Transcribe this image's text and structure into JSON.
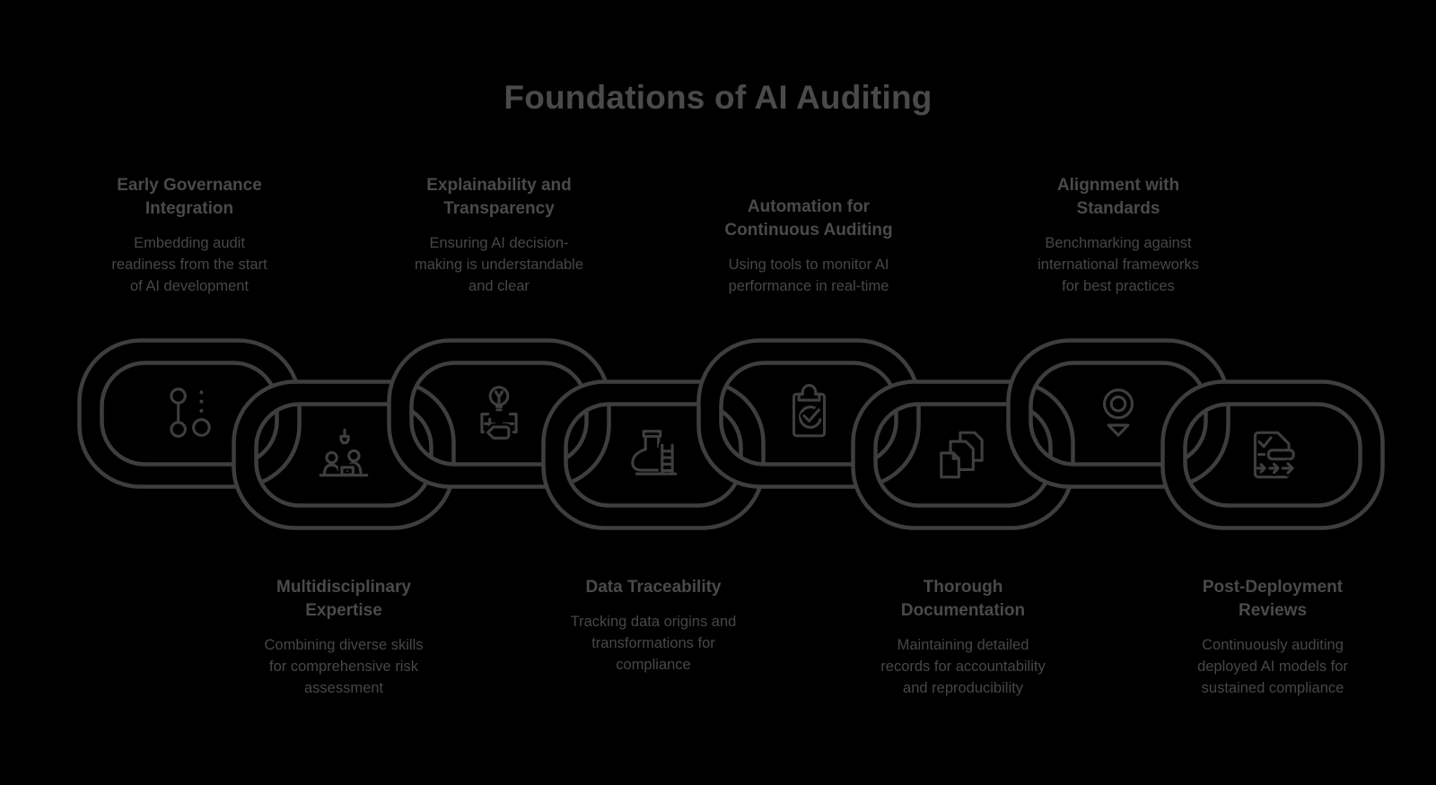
{
  "title": "Foundations of AI Auditing",
  "colors": {
    "background": "#000000",
    "text": "#4a4a4a",
    "chain": "#3e3e3e"
  },
  "top_row": [
    {
      "heading": "Early Governance\nIntegration",
      "description": "Embedding audit\nreadiness from the start\nof AI development",
      "icon": "integration-icon"
    },
    {
      "heading": "Explainability and\nTransparency",
      "description": "Ensuring AI decision-\nmaking is understandable\nand clear",
      "icon": "explainability-icon"
    },
    {
      "heading": "Automation for\nContinuous Auditing",
      "description": "Using tools to monitor AI\nperformance in real-time",
      "icon": "automation-icon"
    },
    {
      "heading": "Alignment with\nStandards",
      "description": "Benchmarking against\ninternational frameworks\nfor best practices",
      "icon": "standards-icon"
    }
  ],
  "bottom_row": [
    {
      "heading": "Multidisciplinary\nExpertise",
      "description": "Combining diverse skills\nfor comprehensive risk\nassessment",
      "icon": "team-icon"
    },
    {
      "heading": "Data Traceability",
      "description": "Tracking data origins and\ntransformations for\ncompliance",
      "icon": "traceability-icon"
    },
    {
      "heading": "Thorough\nDocumentation",
      "description": "Maintaining detailed\nrecords for accountability\nand reproducibility",
      "icon": "documentation-icon"
    },
    {
      "heading": "Post-Deployment\nReviews",
      "description": "Continuously auditing\ndeployed AI models for\nsustained compliance",
      "icon": "review-icon"
    }
  ]
}
